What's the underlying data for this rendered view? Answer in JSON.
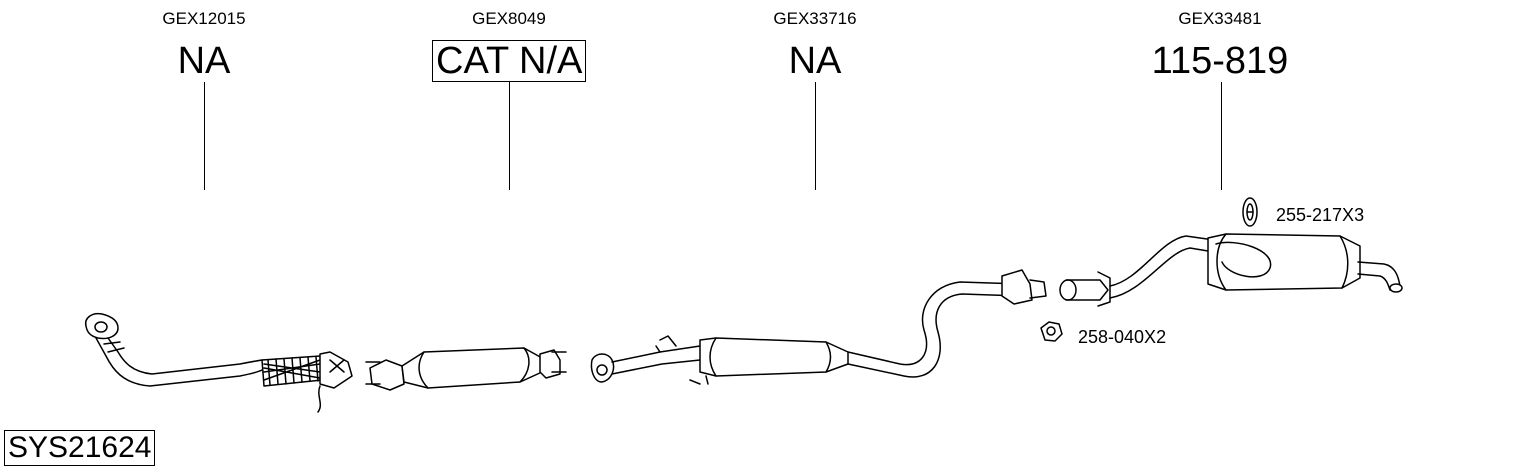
{
  "columns": [
    {
      "code": "GEX12015",
      "label": "NA"
    },
    {
      "code": "GEX8049",
      "label": "CAT N/A"
    },
    {
      "code": "GEX33716",
      "label": "NA"
    },
    {
      "code": "GEX33481",
      "label": "115-819"
    }
  ],
  "parts": {
    "hanger": "255-217X3",
    "nut": "258-040X2"
  },
  "system_id": "SYS21624"
}
